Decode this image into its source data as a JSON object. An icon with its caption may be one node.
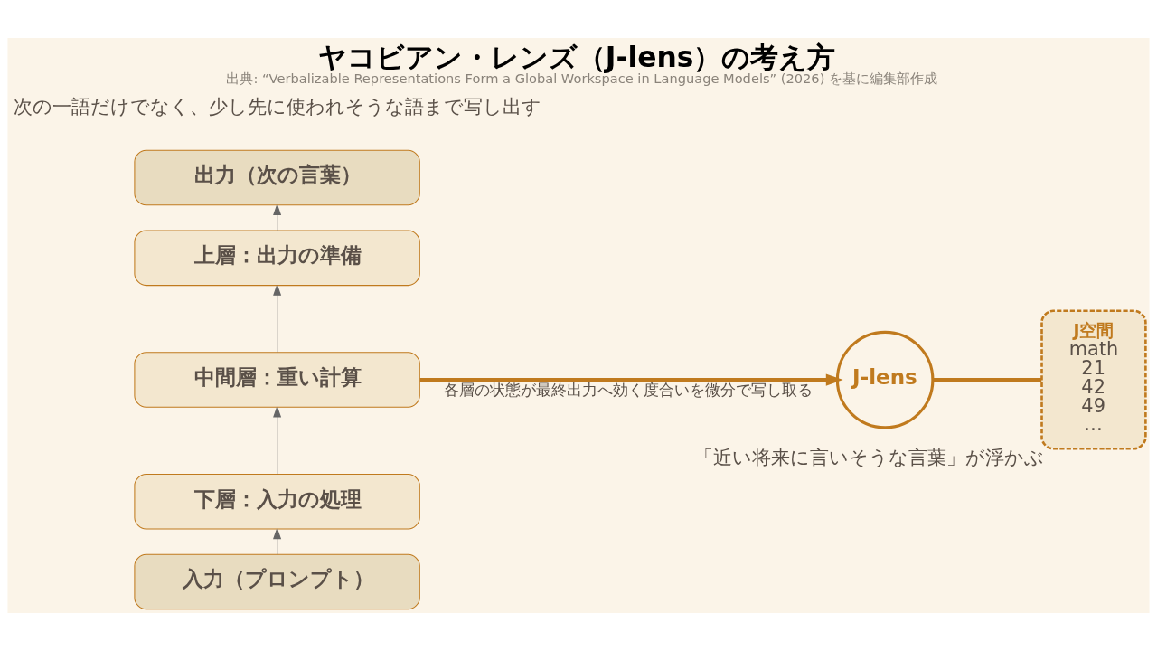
{
  "diagram": {
    "title": "ヤコビアン・レンズ（J-lens）の考え方",
    "caption": "出典: “Verbalizable Representations Form a Global Workspace in Language Models” (2026) を基に編集部作成",
    "nodes": [
      {
        "text": [
          "出力（次の言葉）"
        ]
      },
      {
        "text": [
          "上層：出力の準備"
        ]
      },
      {
        "text": [
          "中間層：重い計算"
        ]
      },
      {
        "text": [
          "下層：入力の処理"
        ]
      },
      {
        "text": [
          "入力（プロンプト）"
        ]
      },
      {
        "text": [
          "J-lens"
        ]
      },
      {
        "text": [
          "J空間",
          "math",
          "21",
          "42",
          "49",
          "…"
        ],
        "beside": [
          "「近い将来に言いそうな言葉」が浮かぶ"
        ]
      }
    ],
    "edges": [
      {
        "from": 4,
        "to": 3,
        "arrow": "to"
      },
      {
        "from": 3,
        "to": 2,
        "arrow": "to"
      },
      {
        "from": 2,
        "to": 1,
        "arrow": "to"
      },
      {
        "from": 1,
        "to": 0,
        "arrow": "to"
      },
      {
        "from": 2,
        "to": 5,
        "arrow": "to",
        "label": "各層の状態が最終出力へ効く度合いを微分で写し取る",
        "style": "thick",
        "color": "#c07a1e"
      },
      {
        "from": 5,
        "to": 6,
        "arrow": "none",
        "style": "thick",
        "color": "#c07a1e"
      }
    ],
    "labels": [
      "次の一語だけでなく、少し先に使われそうな語まで写し出す"
    ]
  }
}
